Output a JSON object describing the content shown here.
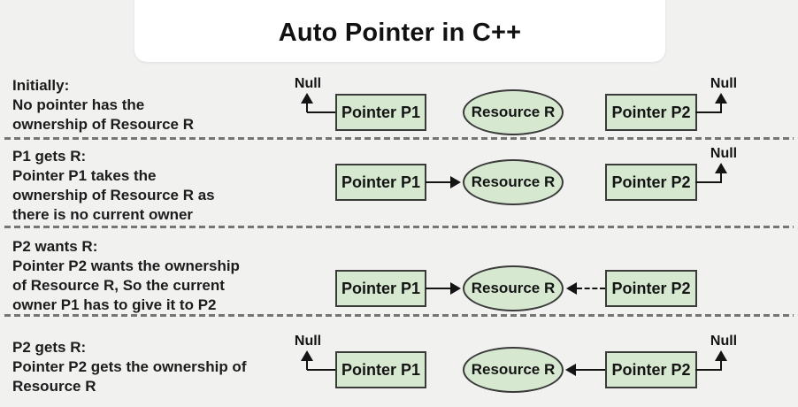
{
  "title": "Auto Pointer in C++",
  "labels": {
    "pointer_p1": "Pointer P1",
    "resource": "Resource R",
    "pointer_p2": "Pointer P2",
    "null": "Null"
  },
  "colors": {
    "background": "#f1f1f0",
    "title_bg": "#ffffff",
    "node_fill": "#d7e8d1",
    "node_border": "#3a3a3a",
    "connector": "#141414",
    "divider": "#757575",
    "text": "#1c1c1c"
  },
  "rows": [
    {
      "heading": "Initially:",
      "lines": [
        "No pointer has the",
        "ownership of Resource R"
      ]
    },
    {
      "heading": "P1 gets R:",
      "lines": [
        "Pointer P1 takes the",
        "ownership of Resource R as",
        "there is no current owner"
      ]
    },
    {
      "heading": "P2 wants R:",
      "lines": [
        "Pointer P2 wants the ownership",
        "of Resource R, So the current",
        "owner P1 has to give it to P2"
      ]
    },
    {
      "heading": "P2 gets R:",
      "lines": [
        "Pointer P2 gets the ownership of",
        "Resource R"
      ]
    }
  ]
}
